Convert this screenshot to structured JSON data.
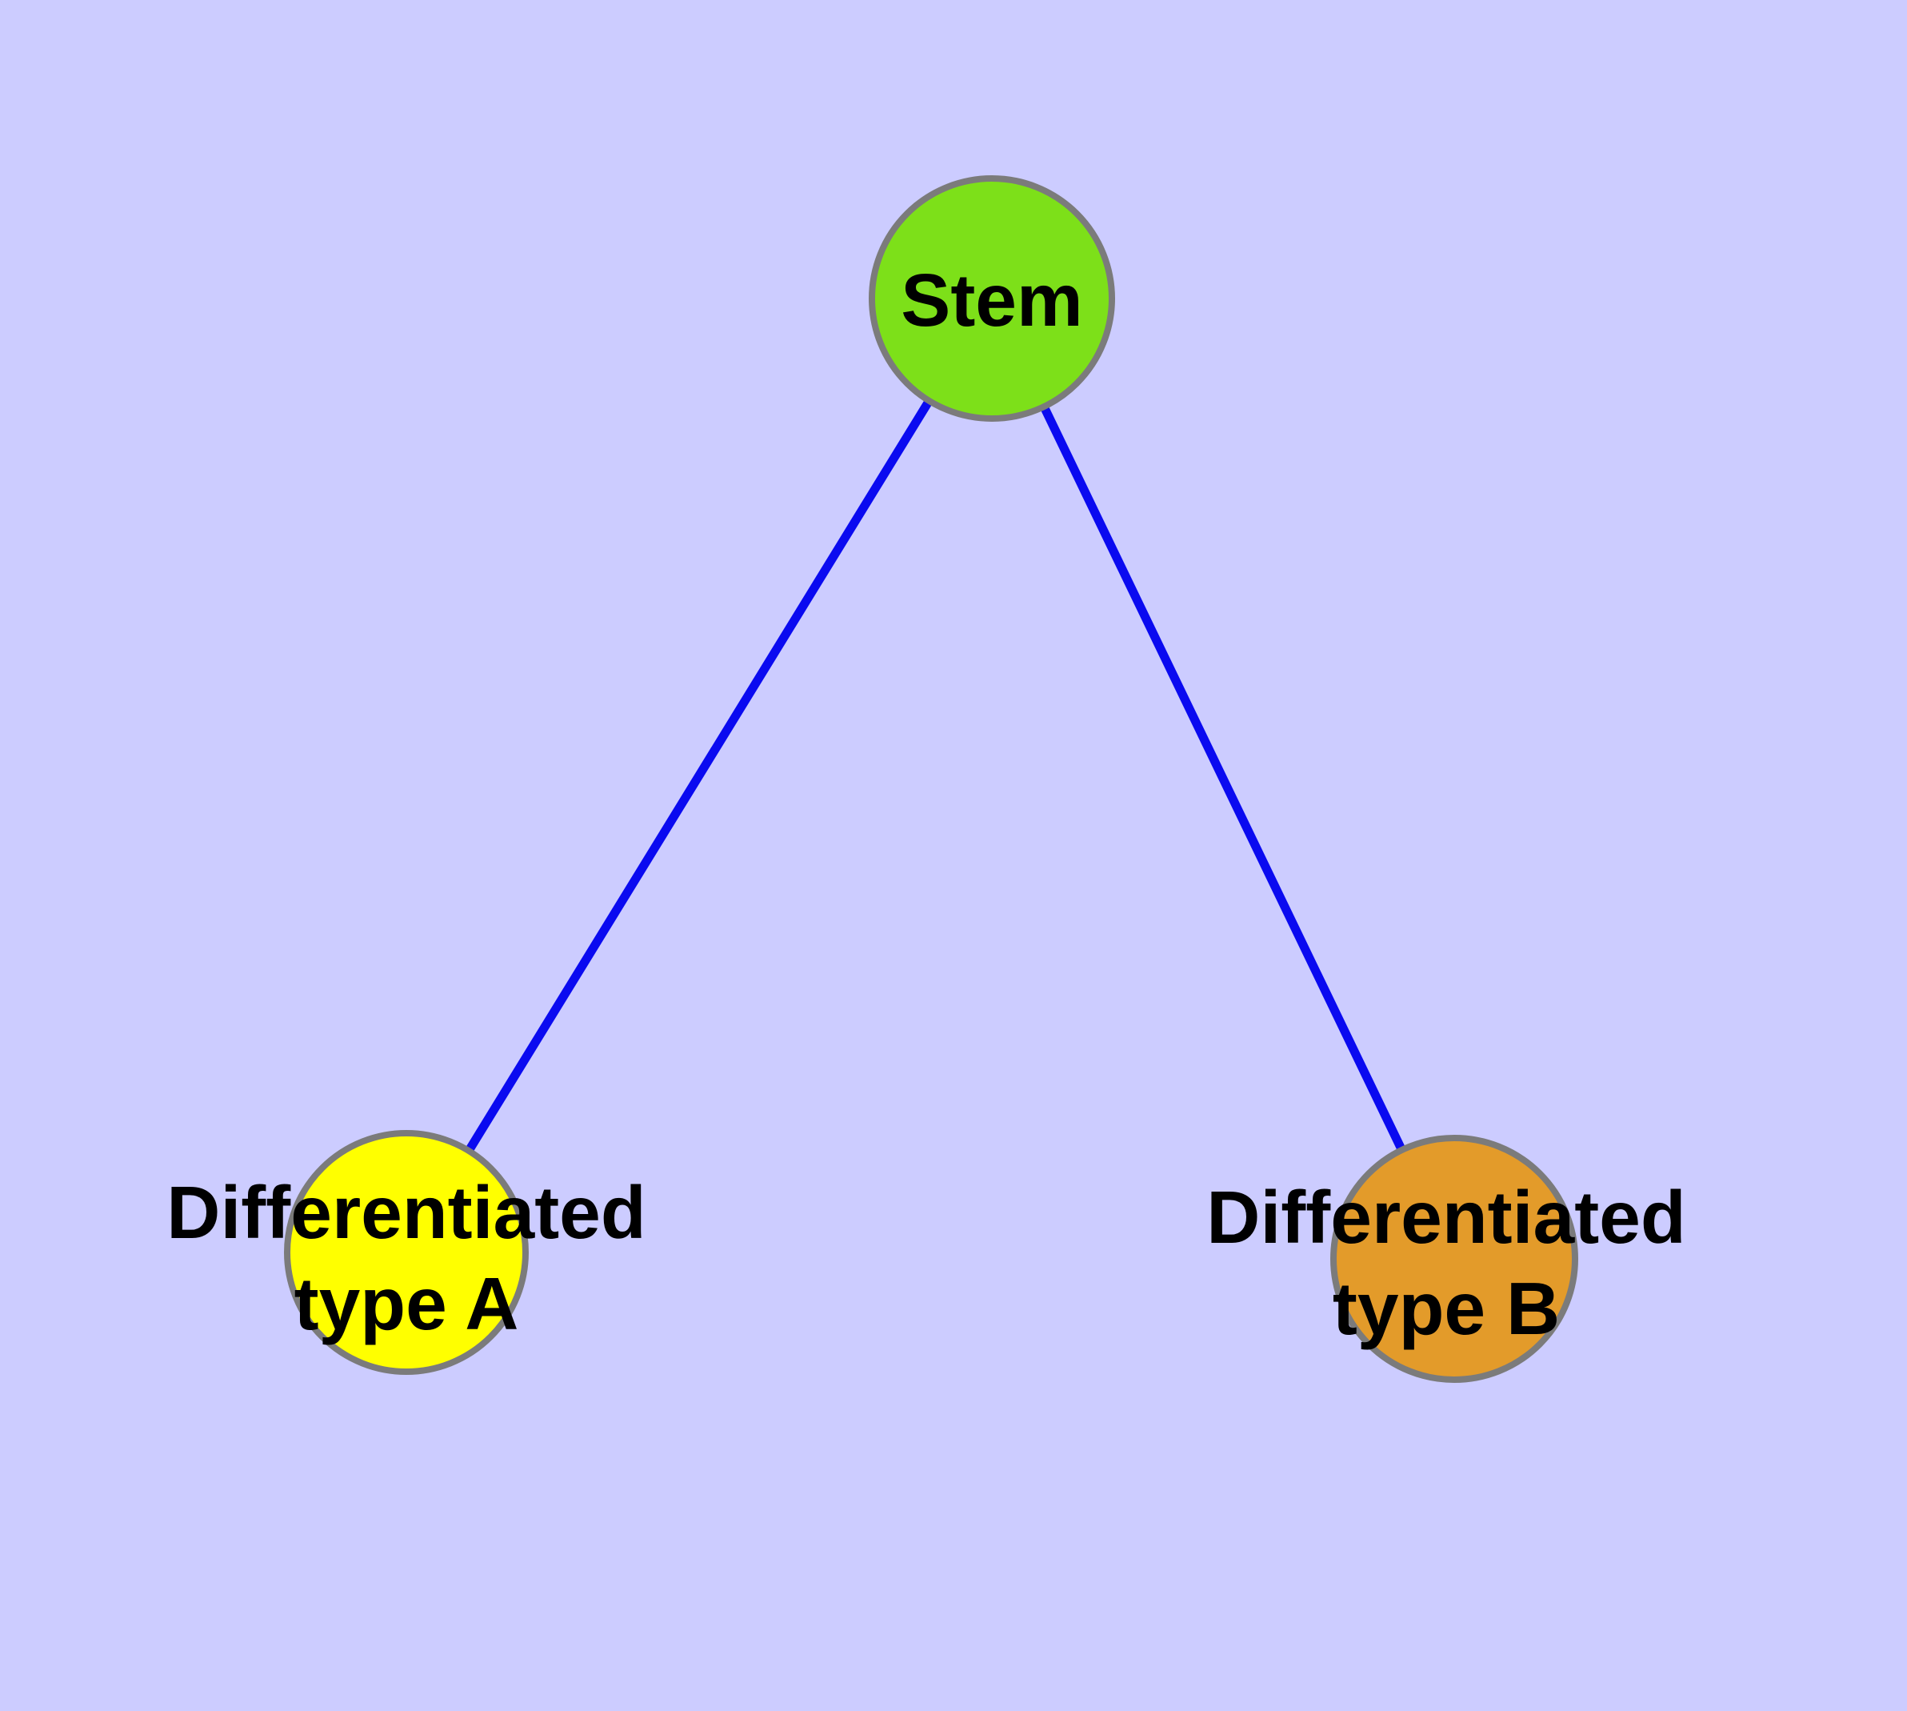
{
  "diagram": {
    "type": "graph",
    "background_color": "#ccccff",
    "edge_color": "#0a0af0",
    "node_border_color": "#7b7b7b",
    "nodes": [
      {
        "id": "stem",
        "label": "Stem",
        "lines": [
          "Stem"
        ],
        "fill": "#7de019"
      },
      {
        "id": "type-a",
        "label": "Differentiated type A",
        "lines": [
          "Differentiated",
          "type A"
        ],
        "fill": "#ffff00"
      },
      {
        "id": "type-b",
        "label": "Differentiated type B",
        "lines": [
          "Differentiated",
          "type B"
        ],
        "fill": "#e39b2a"
      }
    ],
    "edges": [
      {
        "from": "Stem",
        "to": "Differentiated type A"
      },
      {
        "from": "Stem",
        "to": "Differentiated type B"
      }
    ]
  }
}
